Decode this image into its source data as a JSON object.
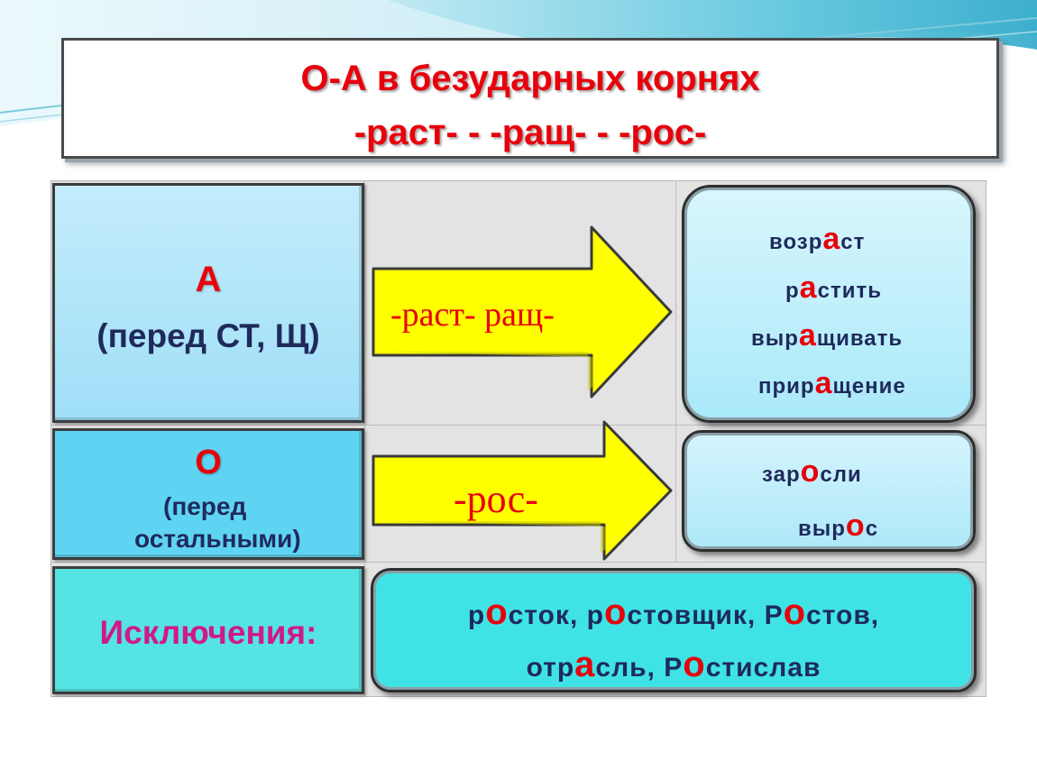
{
  "title": {
    "line1": "О-А в безударных корнях",
    "line2": "-раст- - -ращ- - -рос-"
  },
  "rows": {
    "a": {
      "letter": "А",
      "condition": "(перед СТ, Щ)",
      "arrow_label": "-раст-  ращ-",
      "words": [
        {
          "pre": "возр",
          "vowel": "а",
          "post": "ст"
        },
        {
          "pre": "р",
          "vowel": "а",
          "post": "стить"
        },
        {
          "pre": "выр",
          "vowel": "а",
          "post": "щивать"
        },
        {
          "pre": "прир",
          "vowel": "а",
          "post": "щение"
        }
      ]
    },
    "o": {
      "letter": "О",
      "condition_line1": "(перед",
      "condition_line2": "остальными)",
      "arrow_label": "-рос-",
      "words": [
        {
          "pre": "зар",
          "vowel": "о",
          "post": "сли"
        },
        {
          "pre": "выр",
          "vowel": "о",
          "post": "с"
        }
      ]
    },
    "exceptions": {
      "label": "Исключения:",
      "line1": [
        {
          "pre": "р",
          "vowel": "о",
          "post": "сток, "
        },
        {
          "pre": "р",
          "vowel": "о",
          "post": "стовщик, "
        },
        {
          "pre": "Р",
          "vowel": "о",
          "post": "стов,"
        }
      ],
      "line2": [
        {
          "pre": "отр",
          "vowel": "а",
          "post": "сль, "
        },
        {
          "pre": "Р",
          "vowel": "о",
          "post": "стислав"
        }
      ]
    }
  },
  "colors": {
    "accent_red": "#e8000b",
    "text_navy": "#1f2a5c",
    "arrow_yellow": "#ffff00",
    "exception_magenta": "#d0198a"
  }
}
